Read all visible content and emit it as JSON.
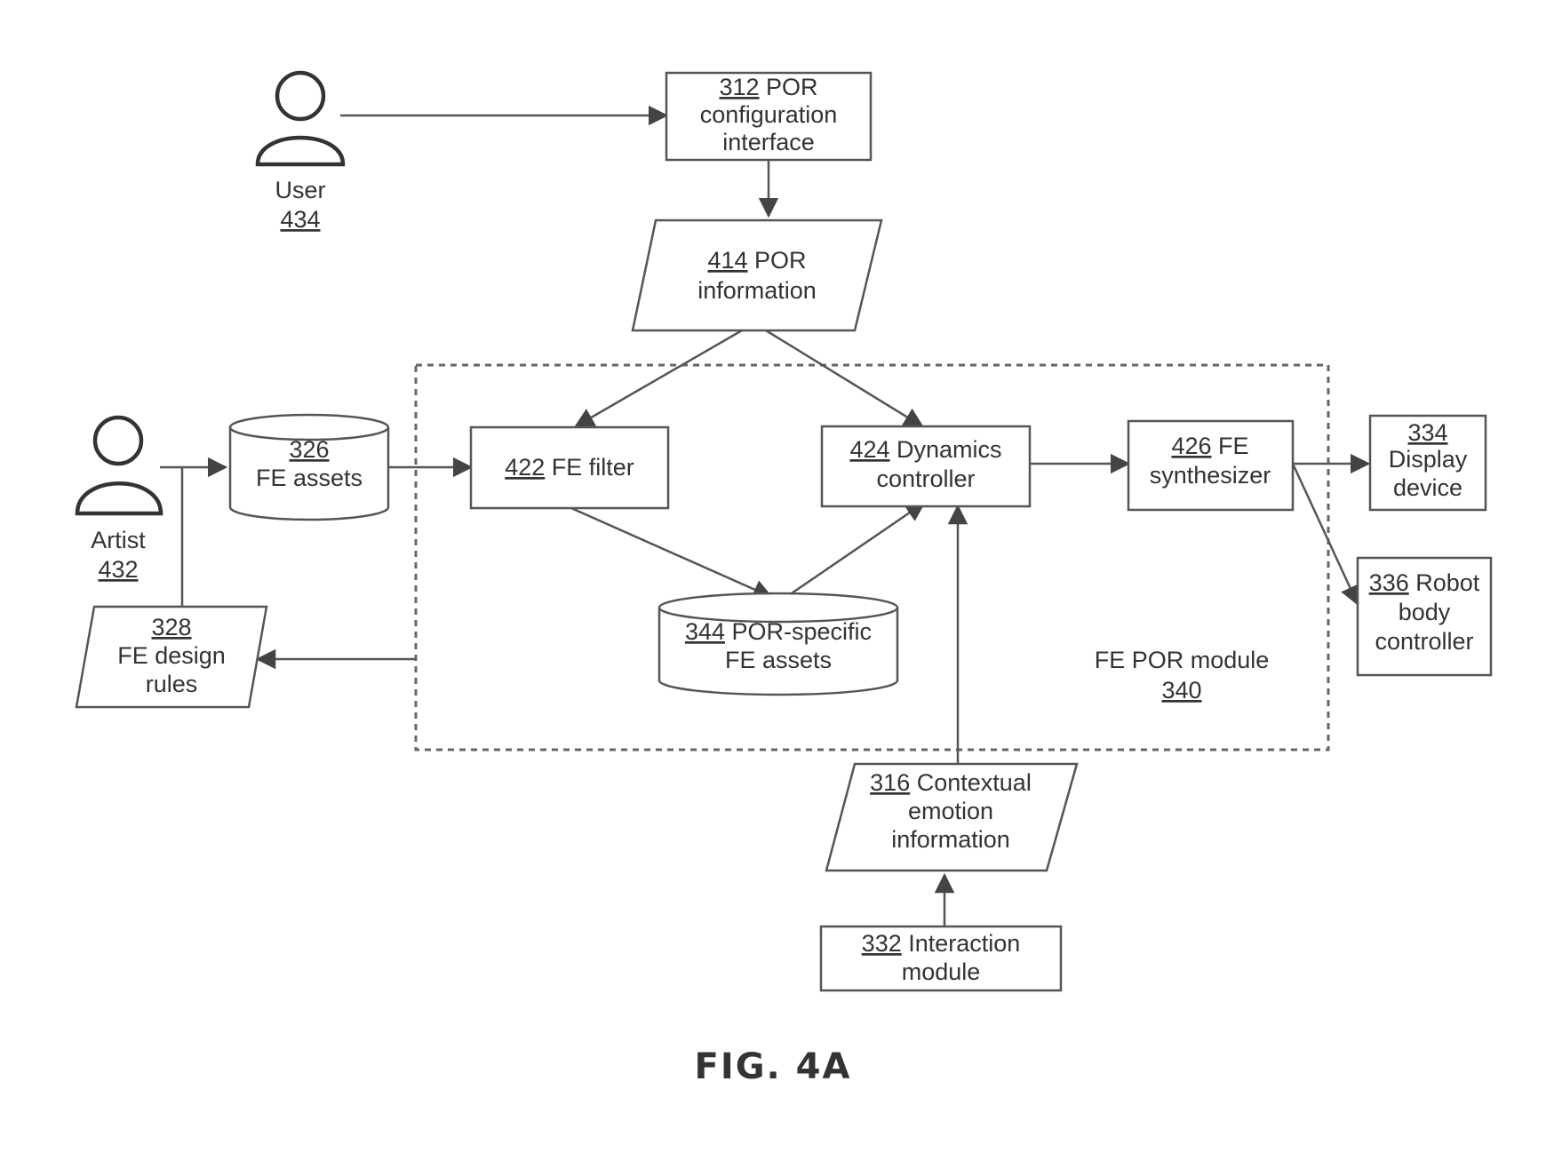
{
  "diagram": {
    "figure_caption": "FIG. 4A",
    "actors": {
      "user": {
        "name": "User",
        "ref": "434"
      },
      "artist": {
        "name": "Artist",
        "ref": "432"
      }
    },
    "nodes": {
      "por_config": {
        "ref": "312",
        "lines": [
          "POR",
          "configuration",
          "interface"
        ]
      },
      "por_info": {
        "ref": "414",
        "lines": [
          "POR",
          "information"
        ]
      },
      "fe_assets": {
        "ref": "326",
        "lines": [
          "FE assets"
        ]
      },
      "fe_filter": {
        "ref": "422",
        "lines": [
          "FE filter"
        ]
      },
      "dynamics": {
        "ref": "424",
        "lines": [
          "Dynamics",
          "controller"
        ]
      },
      "synth": {
        "ref": "426",
        "lines": [
          "FE",
          "synthesizer"
        ]
      },
      "display": {
        "ref": "334",
        "lines": [
          "Display",
          "device"
        ]
      },
      "robot": {
        "ref": "336",
        "lines": [
          "Robot",
          "body",
          "controller"
        ]
      },
      "design_rules": {
        "ref": "328",
        "lines": [
          "FE design",
          "rules"
        ]
      },
      "por_assets": {
        "ref": "344",
        "lines": [
          "POR-specific",
          "FE assets"
        ]
      },
      "module": {
        "ref": "340",
        "lines": [
          "FE POR module"
        ]
      },
      "context": {
        "ref": "316",
        "lines": [
          "Contextual",
          "emotion",
          "information"
        ]
      },
      "interaction": {
        "ref": "332",
        "lines": [
          "Interaction",
          "module"
        ]
      }
    }
  }
}
